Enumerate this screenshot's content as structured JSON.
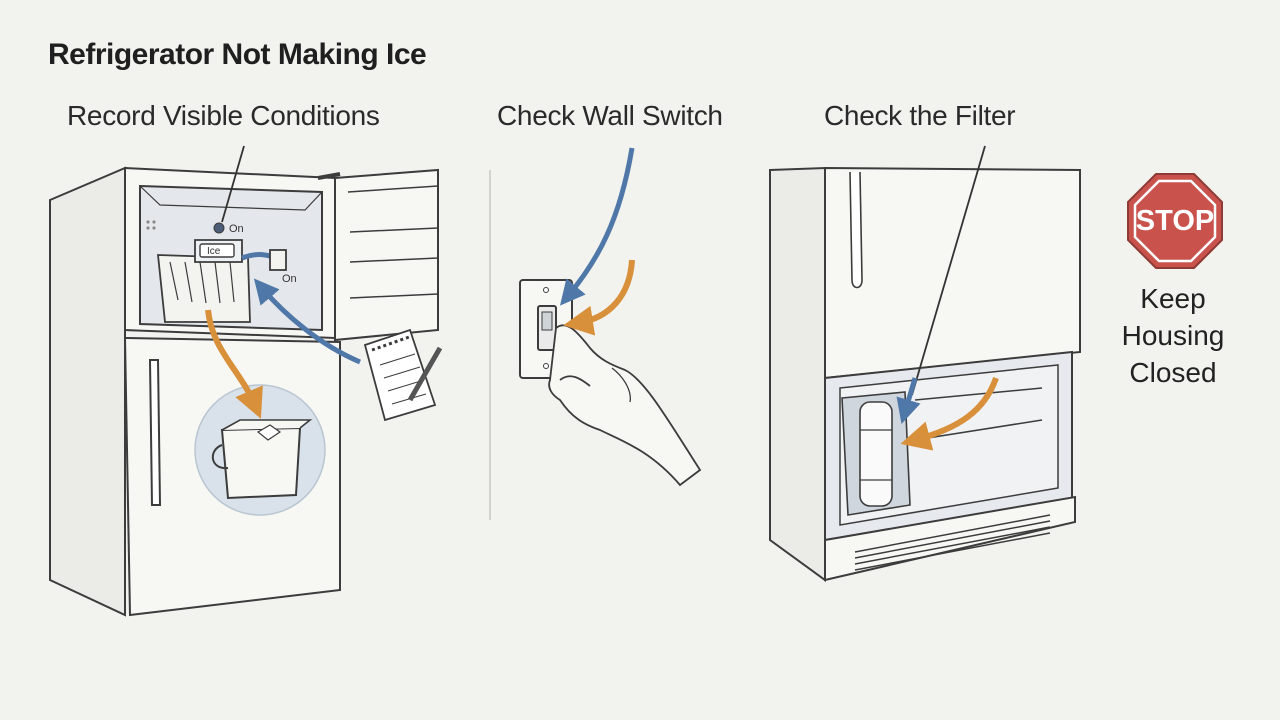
{
  "title": "Refrigerator Not Making Ice",
  "steps": [
    {
      "label": "Record Visible Conditions"
    },
    {
      "label": "Check Wall Switch"
    },
    {
      "label": "Check the Filter"
    }
  ],
  "icemaker": {
    "tag": "Ice",
    "indicator_label": "On",
    "switch_label": "On"
  },
  "warning": {
    "sign_text": "STOP",
    "lines": [
      "Keep",
      "Housing",
      "Closed"
    ],
    "sign_color": "#c9524c"
  },
  "colors": {
    "arrow_orange": "#d9903a",
    "arrow_blue": "#4f78a8",
    "line": "#3c3c3c",
    "fill": "#f7f7f4",
    "shade": "#dfe4e9"
  }
}
